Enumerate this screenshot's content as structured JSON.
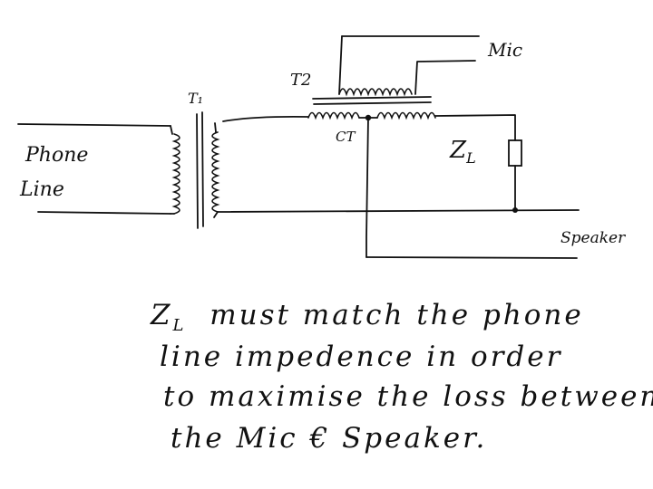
{
  "diagram": {
    "labels": {
      "phone_line_1": "Phone",
      "phone_line_2": "Line",
      "t1": "T₁",
      "t2": "T2",
      "ct": "CT",
      "mic": "Mic",
      "zl_main": "Z",
      "zl_sub": "L",
      "speaker": "Speaker"
    }
  },
  "note": {
    "lines": [
      "must match the phone",
      "line impedence in order",
      "to maximise the loss between",
      "the Mic € Speaker."
    ],
    "first_line_prefix_main": "Z",
    "first_line_prefix_sub": "L"
  },
  "colors": {
    "ink": "#111111",
    "paper": "#ffffff"
  }
}
